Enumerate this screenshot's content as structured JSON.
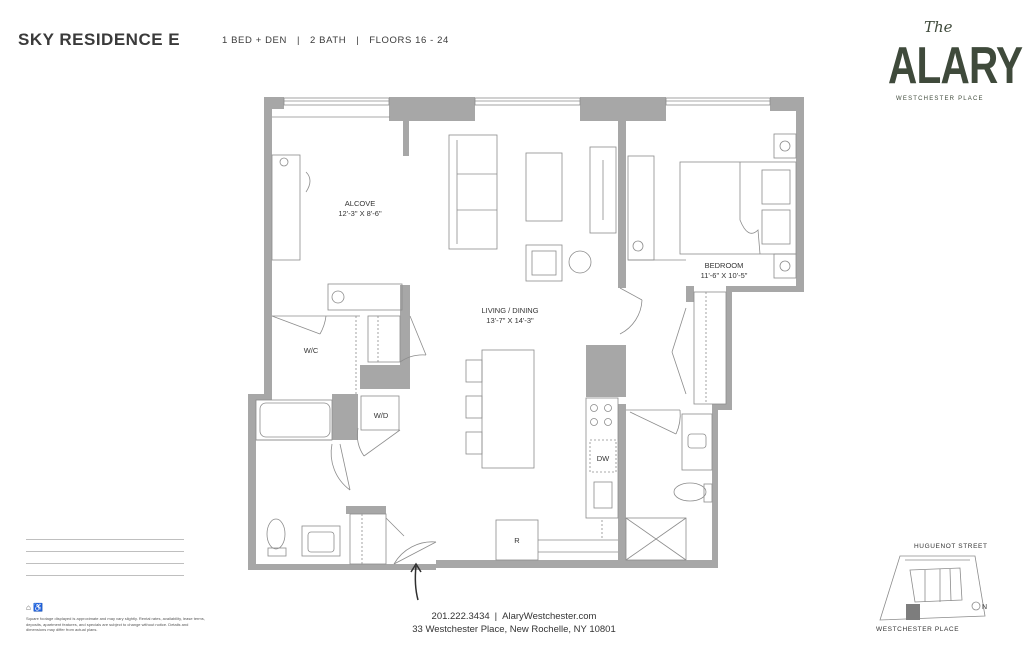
{
  "header": {
    "title": "SKY RESIDENCE E",
    "specs": [
      "1 BED + DEN",
      "2 BATH",
      "FLOORS 16 - 24"
    ],
    "separator": "|"
  },
  "logo": {
    "the": "The",
    "name": "ALARY",
    "sub": "WESTCHESTER PLACE"
  },
  "rooms": {
    "alcove": {
      "name": "ALCOVE",
      "dims": "12'-3\" X 8'-6\""
    },
    "bedroom": {
      "name": "BEDROOM",
      "dims": "11'-6\" X 10'-5\""
    },
    "living": {
      "name": "LIVING / DINING",
      "dims": "13'-7\" X 14'-3\""
    },
    "wic": {
      "name": "W/C"
    },
    "wd": {
      "name": "W/D"
    },
    "dw": {
      "name": "DW"
    },
    "r": {
      "name": "R"
    }
  },
  "contact": {
    "phone": "201.222.3434",
    "website": "AlaryWestchester.com",
    "address": "33 Westchester Place, New Rochelle, NY 10801"
  },
  "disclaimer": "Square footage displayed is approximate and may vary slightly. Rental rates, availability, lease terms, deposits, apartment features, and specials are subject to change without notice. Details and dimensions may differ from actual plans.",
  "key_plan": {
    "street_top": "HUGUENOT STREET",
    "street_bottom": "WESTCHESTER PLACE",
    "north": "N"
  },
  "colors": {
    "wall": "#a7a7a7",
    "line": "#8c8c8c",
    "logo": "#3f4a3b",
    "text": "#333333"
  }
}
